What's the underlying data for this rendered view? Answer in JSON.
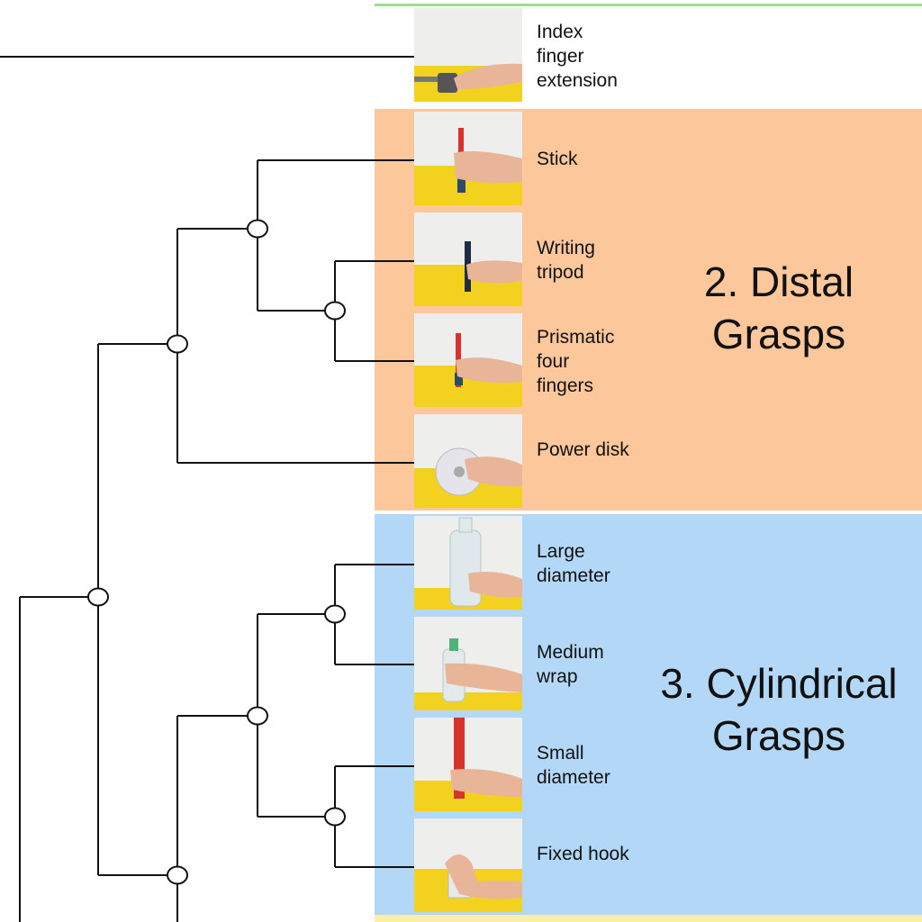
{
  "groups": [
    {
      "id": "distal",
      "title": "2. Distal\nGrasps"
    },
    {
      "id": "cylindrical",
      "title": "3. Cylindrical\nGrasps"
    }
  ],
  "grasps": [
    {
      "name": "Index\nfinger\nextension",
      "object": "knife-handle"
    },
    {
      "name": "Stick",
      "object": "red-stick"
    },
    {
      "name": "Writing\ntripod",
      "object": "marker-pen"
    },
    {
      "name": "Prismatic\nfour\nfingers",
      "object": "red-stick"
    },
    {
      "name": "Power disk",
      "object": "cd-disk"
    },
    {
      "name": "Large\ndiameter",
      "object": "large-bottle"
    },
    {
      "name": "Medium\nwrap",
      "object": "small-bottle"
    },
    {
      "name": "Small\ndiameter",
      "object": "red-rod"
    },
    {
      "name": "Fixed hook",
      "object": "hanging-glass"
    }
  ],
  "colors": {
    "distal_band": "#fcc79a",
    "cylindrical_band": "#b3d8f7",
    "top_group_rule": "#9be08f",
    "bottom_group_band": "#f7f0a5",
    "table_yellow": "#f3d21f",
    "skin": "#e9b598"
  }
}
